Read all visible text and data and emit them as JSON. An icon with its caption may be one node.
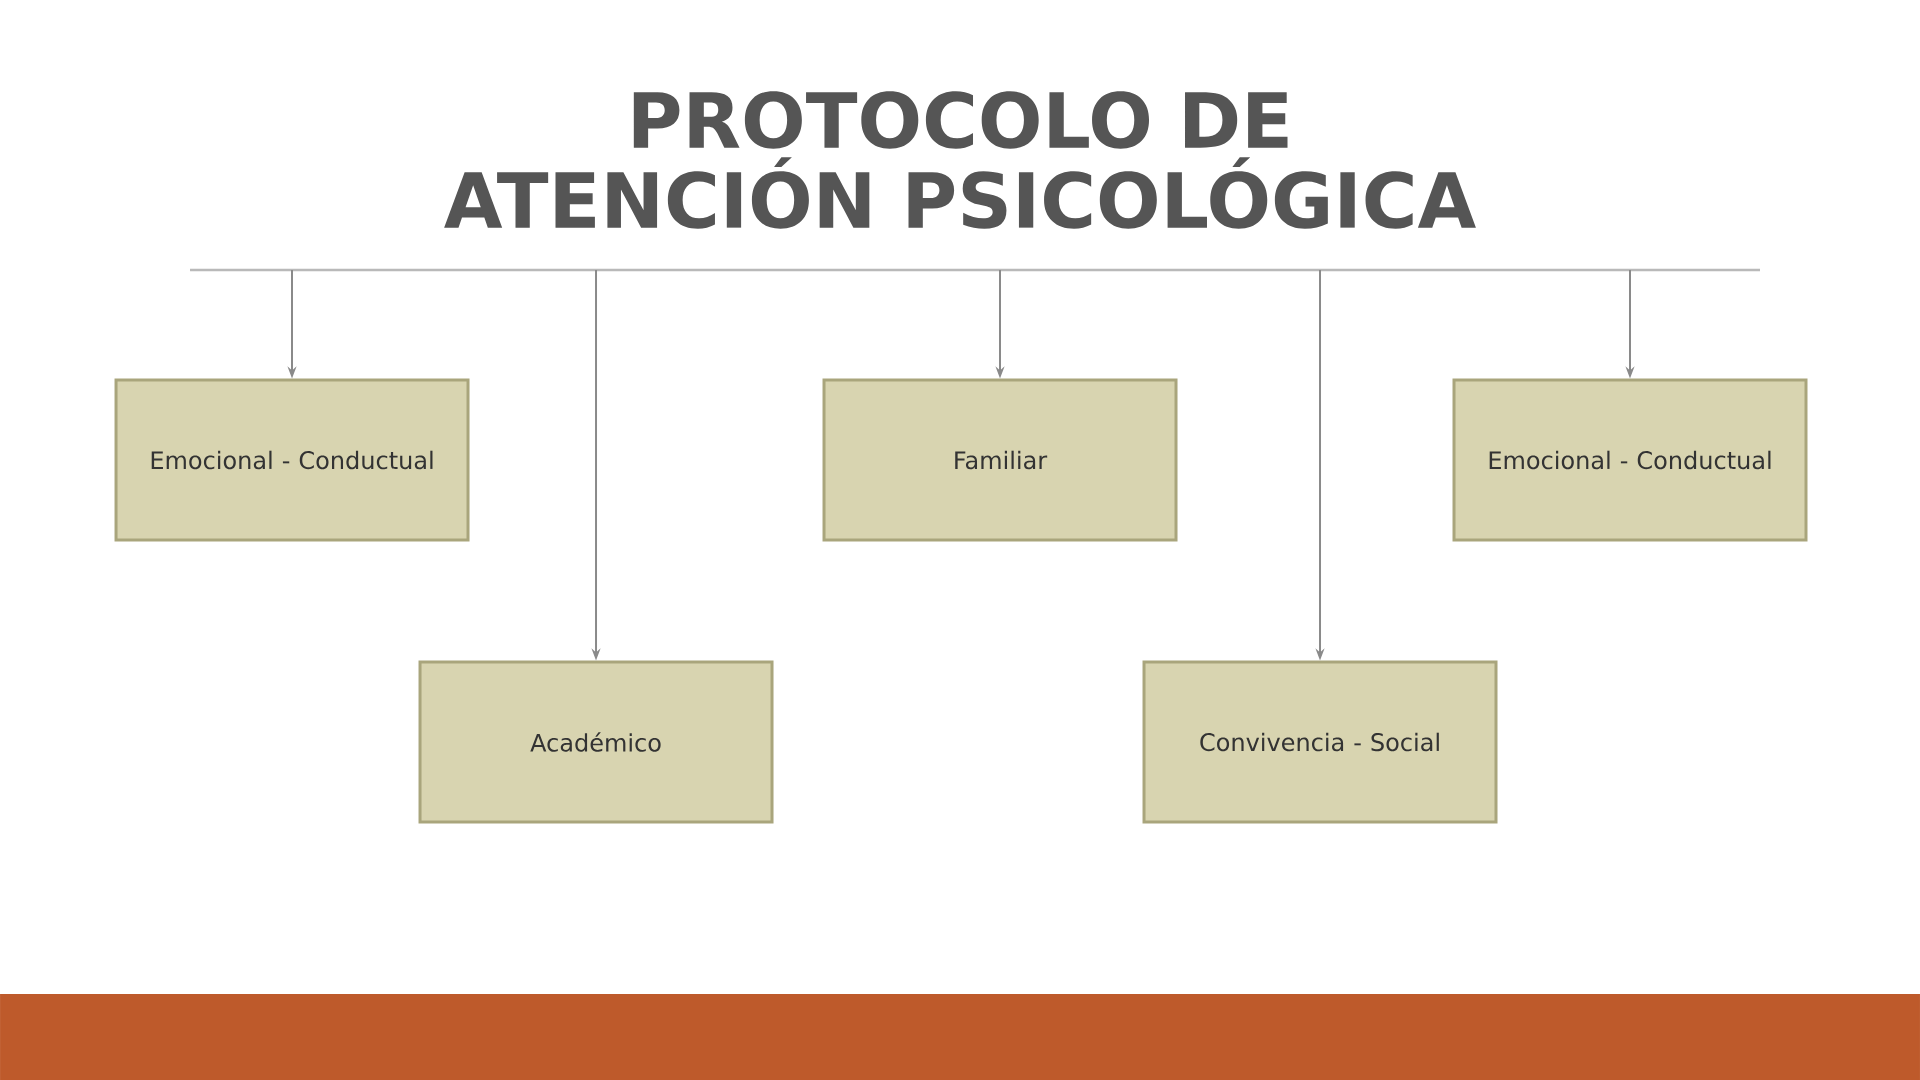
{
  "diagram": {
    "title": "PROTOCOLO DE ATENCIÓN PSICOLÓGICA",
    "nodes": [
      {
        "text": [
          "Emocional - Conductual"
        ]
      },
      {
        "text": [
          "Académico"
        ]
      },
      {
        "text": [
          "Familiar"
        ]
      },
      {
        "text": [
          "Convivencia - Social"
        ]
      },
      {
        "text": [
          "Emocional - Conductual"
        ]
      }
    ],
    "edges": [
      {
        "from": null,
        "to": 0,
        "arrow": "to"
      },
      {
        "from": null,
        "to": 1,
        "arrow": "to"
      },
      {
        "from": null,
        "to": 2,
        "arrow": "to"
      },
      {
        "from": null,
        "to": 3,
        "arrow": "to"
      },
      {
        "from": null,
        "to": 4,
        "arrow": "to"
      }
    ]
  }
}
